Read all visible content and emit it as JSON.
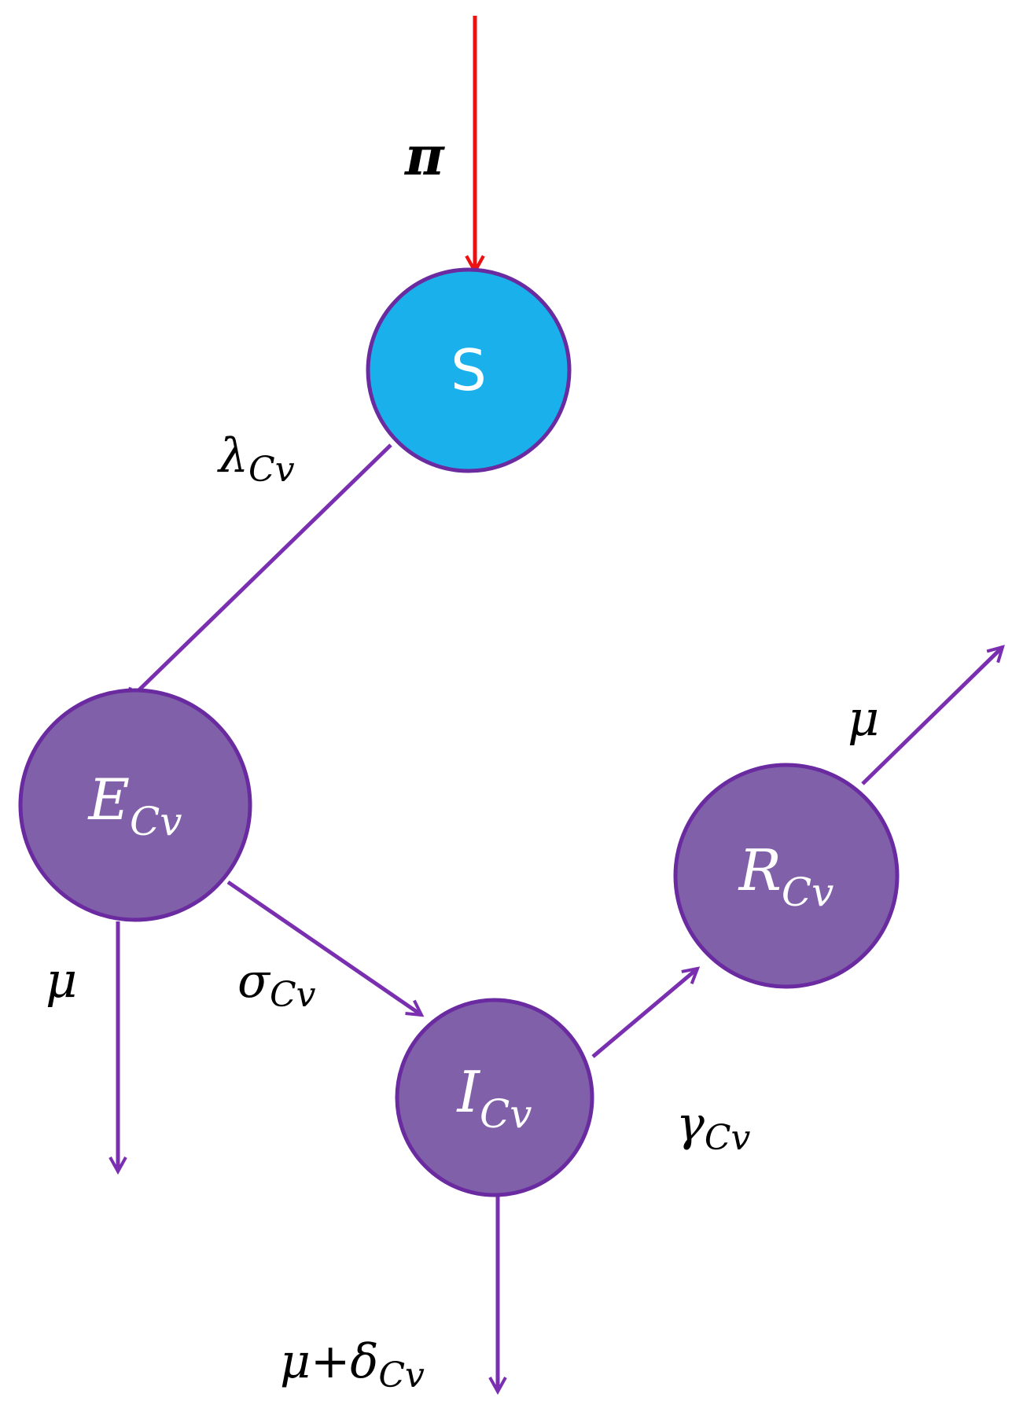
{
  "colors": {
    "inflow_arrow": "#ee1111",
    "flow_arrow": "#7a2fb0",
    "susceptible_fill": "#1ab0ec",
    "compartment_fill": "#8060a8",
    "compartment_border": "#6a2aa0"
  },
  "nodes": {
    "S": {
      "label": "S"
    },
    "E": {
      "label": "E",
      "sub": "Cv"
    },
    "I": {
      "label": "I",
      "sub": "Cv"
    },
    "R": {
      "label": "R",
      "sub": "Cv"
    }
  },
  "rates": {
    "inflow": {
      "label": "π"
    },
    "lambda": {
      "label": "λ",
      "sub": "Cv"
    },
    "sigma": {
      "label": "σ",
      "sub": "Cv"
    },
    "gamma": {
      "label": "γ",
      "sub": "Cv"
    },
    "mu_E": {
      "label": "μ"
    },
    "mu_R": {
      "label": "μ"
    },
    "mu_delta": {
      "label": "μ+δ",
      "sub": "Cv"
    }
  }
}
